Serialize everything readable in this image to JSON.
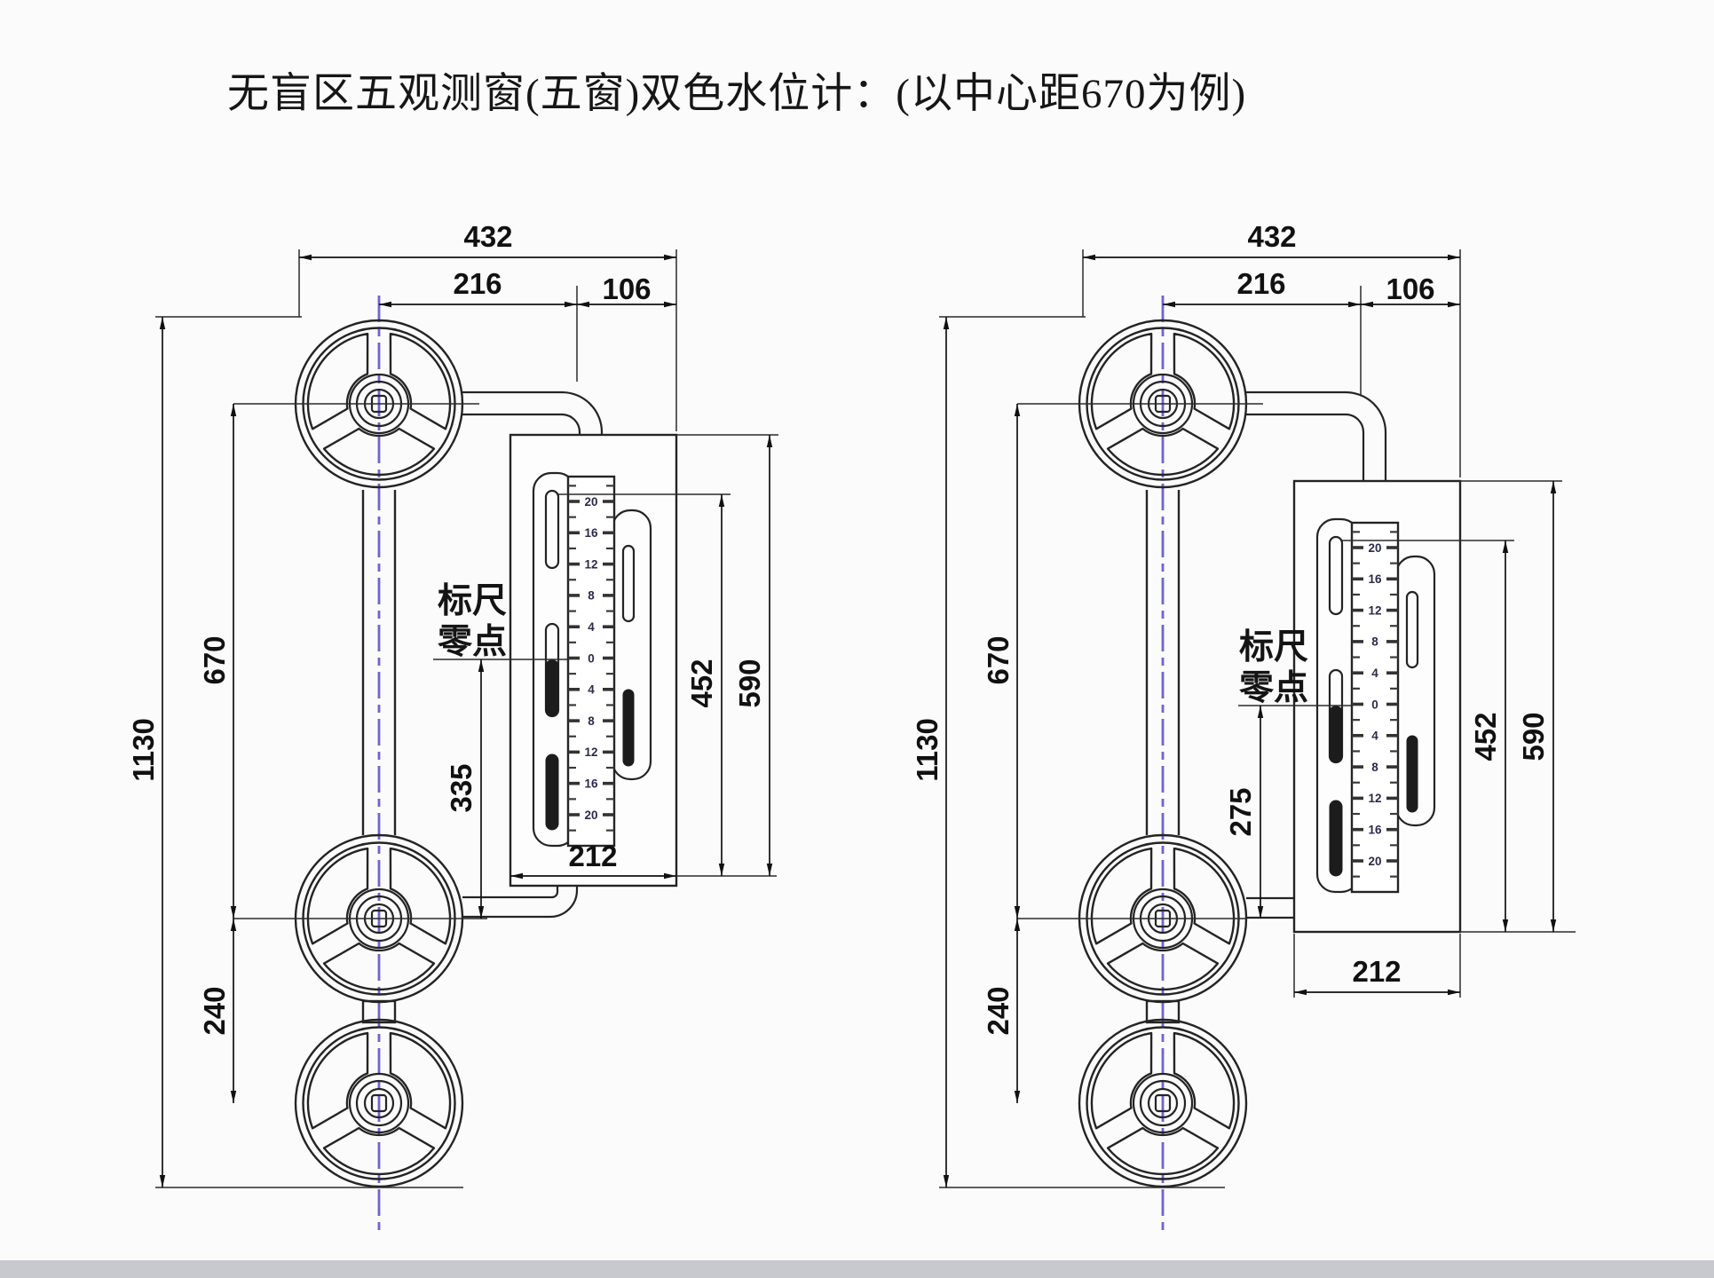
{
  "title": "无盲区五观测窗(五窗)双色水位计：(以中心距670为例)",
  "scale_zero_label": {
    "line1": "标尺",
    "line2": "零点"
  },
  "ruler_numbers": [
    "20",
    "16",
    "12",
    "8",
    "4",
    "0",
    "4",
    "8",
    "12",
    "16",
    "20"
  ],
  "left_view": {
    "total_width": "432",
    "half_width": "216",
    "side_offset": "106",
    "total_height": "1130",
    "center_distance": "670",
    "bottom_wheel_gap": "240",
    "zero_to_center": "335",
    "window_span": "452",
    "body_span": "590",
    "body_width": "212"
  },
  "right_view": {
    "total_width": "432",
    "half_width": "216",
    "side_offset": "106",
    "total_height": "1130",
    "center_distance": "670",
    "bottom_wheel_gap": "240",
    "zero_to_center": "275",
    "window_span": "452",
    "body_span": "590",
    "body_width": "212"
  },
  "colors": {
    "centerline_blue": "#6f63d2",
    "drawing_line": "#242424",
    "dimension_text": "#111111",
    "page_background": "#fbfbfb",
    "footer_strip": "#c7c9ce"
  }
}
